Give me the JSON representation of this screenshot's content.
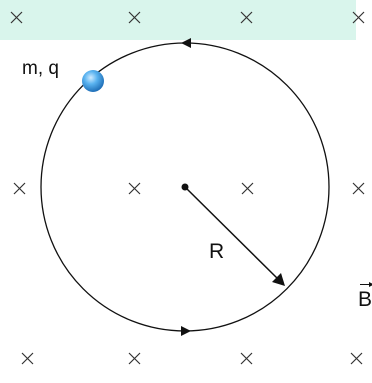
{
  "particle": {
    "label": "m, q"
  },
  "radius": {
    "label": "R"
  },
  "field": {
    "label": "B"
  },
  "colors": {
    "band": "#d9f5ec",
    "stroke": "#111111",
    "particle": "#3b9de3"
  },
  "icons": {
    "field_marker": "cross-icon",
    "direction_arrow": "arrowhead-icon"
  }
}
